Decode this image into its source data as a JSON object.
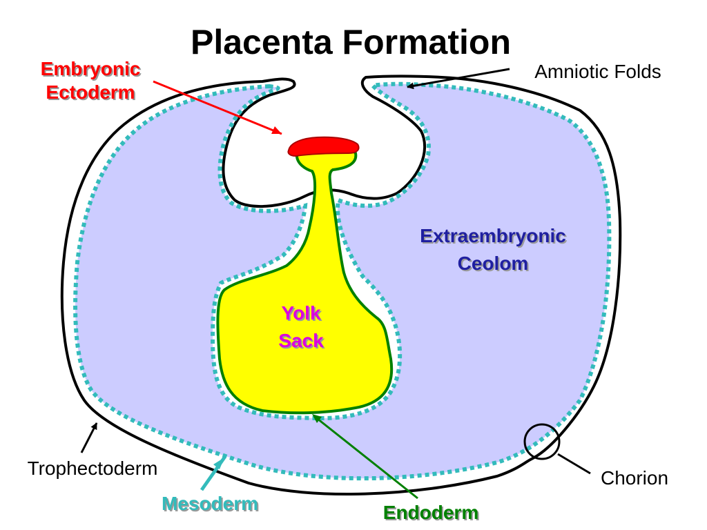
{
  "title": "Placenta Formation",
  "labels": {
    "embryonic_ectoderm": [
      "Embryonic",
      "Ectoderm"
    ],
    "amniotic_folds": "Amniotic Folds",
    "extraembryonic_coelom": [
      "Extraembryonic",
      "Ceolom"
    ],
    "yolk_sack": [
      "Yolk",
      "Sack"
    ],
    "trophectoderm": "Trophectoderm",
    "mesoderm": "Mesoderm",
    "endoderm": "Endoderm",
    "chorion": "Chorion"
  },
  "colors": {
    "embryonic_ectoderm": "#ff0000",
    "coelom_fill": "#ccccff",
    "coelom_text": "#1f1fa0",
    "mesoderm": "#33bbbb",
    "yolk_fill": "#ffff00",
    "yolk_text": "#dd00dd",
    "endoderm": "#008000",
    "text": "#000000"
  }
}
